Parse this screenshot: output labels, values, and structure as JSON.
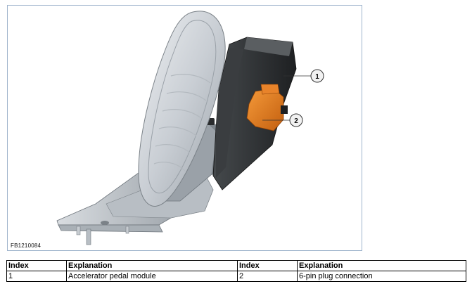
{
  "figure": {
    "id_label": "FB1210084",
    "callouts": [
      {
        "number": "1"
      },
      {
        "number": "2"
      }
    ]
  },
  "legend_table": {
    "headers": [
      "Index",
      "Explanation",
      "Index",
      "Explanation"
    ],
    "rows": [
      [
        "1",
        "Accelerator pedal module",
        "2",
        "6-pin plug connection"
      ]
    ]
  },
  "colors": {
    "frame_border": "#9fb4cc",
    "pedal_gray": "#c9ced4",
    "housing_dark": "#2f3234",
    "connector_orange": "#e07a1e"
  }
}
